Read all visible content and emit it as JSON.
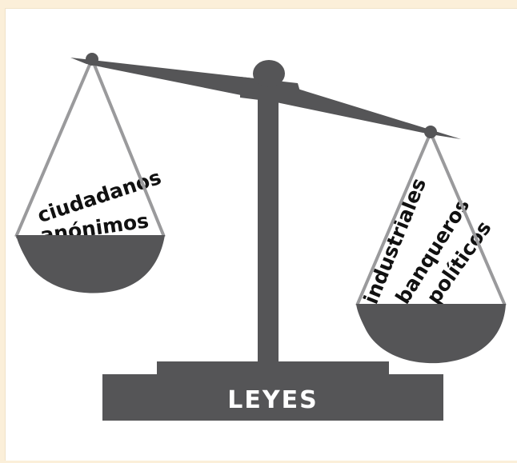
{
  "base_label": "LEYES",
  "left_pan": {
    "lines": [
      "ciudadanos",
      "anónimos"
    ]
  },
  "right_pan": {
    "lines": [
      "industriales",
      "banqueros",
      "políticos"
    ]
  },
  "colors": {
    "scale": "#555557",
    "strings": "#9a9a9c",
    "background": "#fbefd9",
    "panel": "#ffffff",
    "label_text": "#111111"
  }
}
